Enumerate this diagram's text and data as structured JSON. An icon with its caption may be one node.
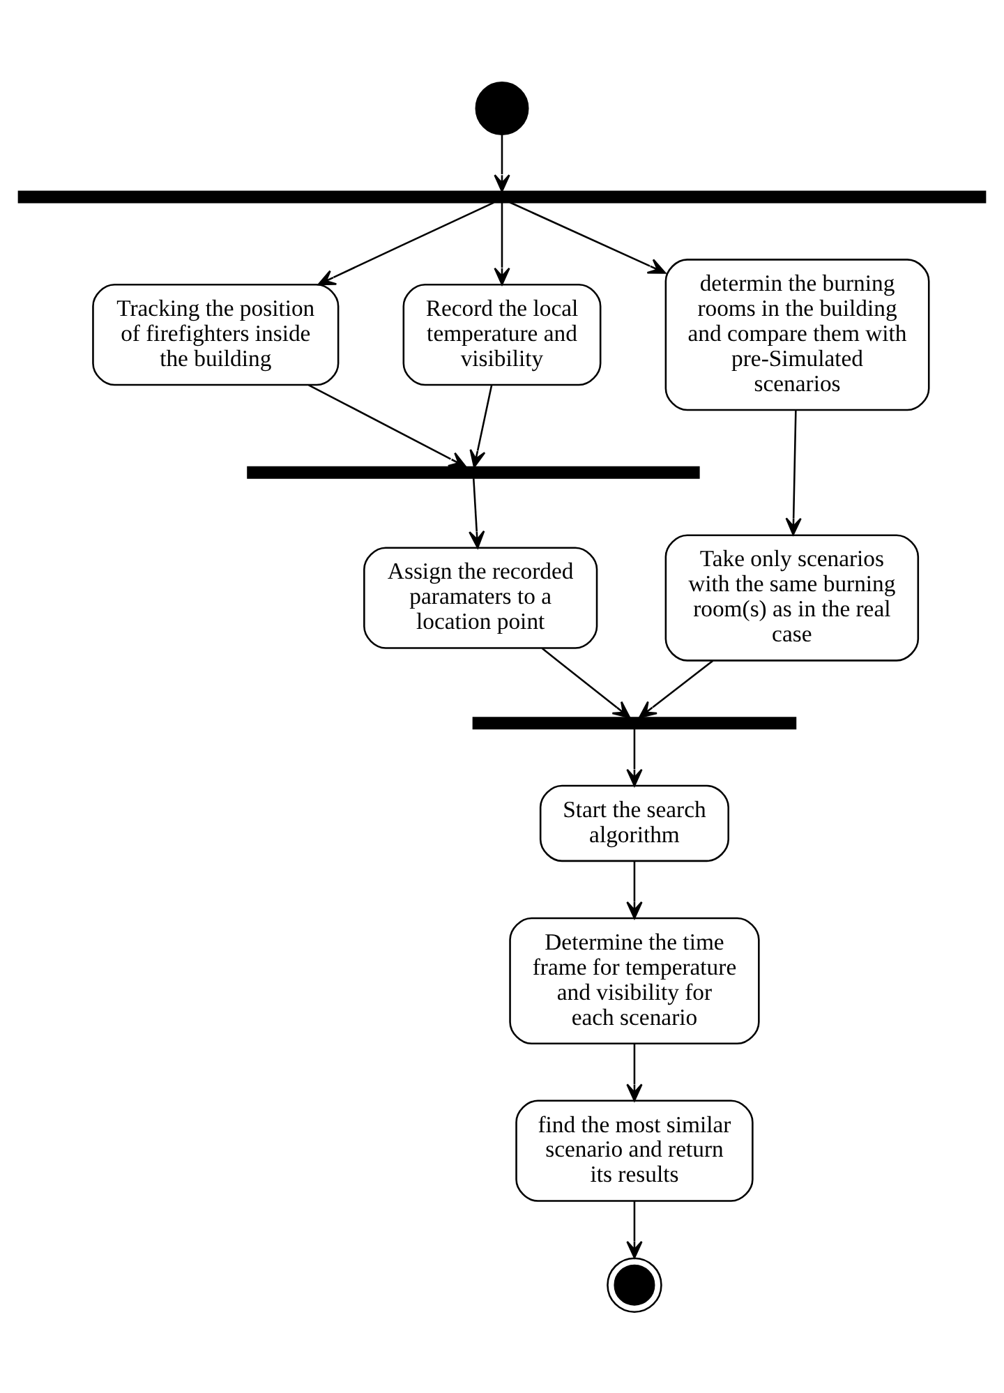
{
  "diagram": {
    "nodes": [
      {
        "text": [],
        "shape": "circle"
      },
      {
        "text": [],
        "shape": "bar"
      },
      {
        "text": [
          "Tracking the position of firefighters inside the building"
        ]
      },
      {
        "text": [
          "Record the local temperature and visibility"
        ]
      },
      {
        "text": [
          "determin the burning rooms in the building and compare them with pre-Simulated scenarios"
        ]
      },
      {
        "text": [],
        "shape": "bar"
      },
      {
        "text": [
          "Assign the recorded paramaters to a location point"
        ]
      },
      {
        "text": [
          "Take only scenarios with the same burning room(s) as in the real case"
        ]
      },
      {
        "text": [],
        "shape": "bar"
      },
      {
        "text": [
          "Start the search algorithm"
        ]
      },
      {
        "text": [
          "Determine the time frame for temperature and visibility for each scenario"
        ]
      },
      {
        "text": [
          "find the most similar scenario and return its results"
        ]
      },
      {
        "text": [],
        "shape": "circle"
      }
    ],
    "edges": [
      {
        "from": 0,
        "to": 1,
        "arrow": "to"
      },
      {
        "from": 1,
        "to": 2,
        "arrow": "to"
      },
      {
        "from": 1,
        "to": 3,
        "arrow": "to"
      },
      {
        "from": 1,
        "to": 4,
        "arrow": "to"
      },
      {
        "from": 2,
        "to": 5,
        "arrow": "to"
      },
      {
        "from": 3,
        "to": 5,
        "arrow": "to"
      },
      {
        "from": 5,
        "to": 6,
        "arrow": "to"
      },
      {
        "from": 4,
        "to": 7,
        "arrow": "to"
      },
      {
        "from": 6,
        "to": 8,
        "arrow": "to"
      },
      {
        "from": 7,
        "to": 8,
        "arrow": "to"
      },
      {
        "from": 8,
        "to": 9,
        "arrow": "to"
      },
      {
        "from": 9,
        "to": 10,
        "arrow": "to"
      },
      {
        "from": 10,
        "to": 11,
        "arrow": "to"
      },
      {
        "from": 11,
        "to": 12,
        "arrow": "to"
      }
    ]
  }
}
